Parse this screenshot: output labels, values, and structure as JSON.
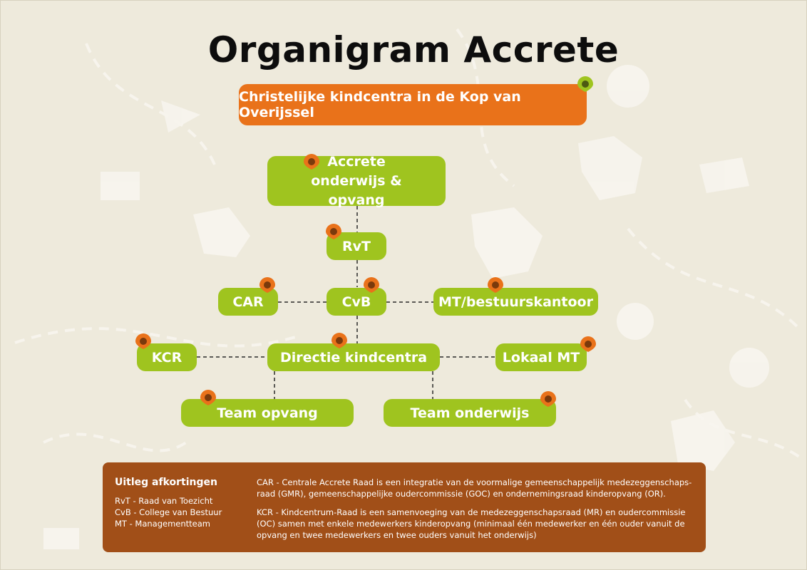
{
  "title": "Organigram Accrete",
  "subtitle": "Christelijke kindcentra in de Kop van Overijssel",
  "nodes": {
    "accrete": "Accrete onderwijs & opvang",
    "rvt": "RvT",
    "car": "CAR",
    "cvb": "CvB",
    "mt_bestuur": "MT/bestuurskantoor",
    "kcr": "KCR",
    "directie": "Directie kindcentra",
    "lokaal_mt": "Lokaal MT",
    "team_opvang": "Team opvang",
    "team_onderwijs": "Team onderwijs"
  },
  "legend": {
    "title": "Uitleg afkortingen",
    "abbreviations": [
      "RvT - Raad van Toezicht",
      "CvB - College van Bestuur",
      "MT - Managementteam"
    ],
    "car_text": "CAR - Centrale Accrete Raad is een integratie van de voormalige gemeenschappelijk medezeggenschaps­raad (GMR), gemeenschappelijke oudercommissie (GOC) en ondernemingsraad kinderopvang (OR).",
    "kcr_text": "KCR - Kindcentrum-Raad is een samenvoeging van de medezeggenschapsraad (MR) en oudercommissie (OC) samen met enkele medewerkers kinderopvang (minimaal één medewerker en één ouder vanuit de opvang en twee medewerkers en twee ouders vanuit het onderwijs)"
  },
  "colors": {
    "background": "#eeeadc",
    "node_green": "#9fc41f",
    "subtitle_orange": "#e9721a",
    "legend_brown": "#a14f18",
    "pin_orange": "#e9721a"
  }
}
